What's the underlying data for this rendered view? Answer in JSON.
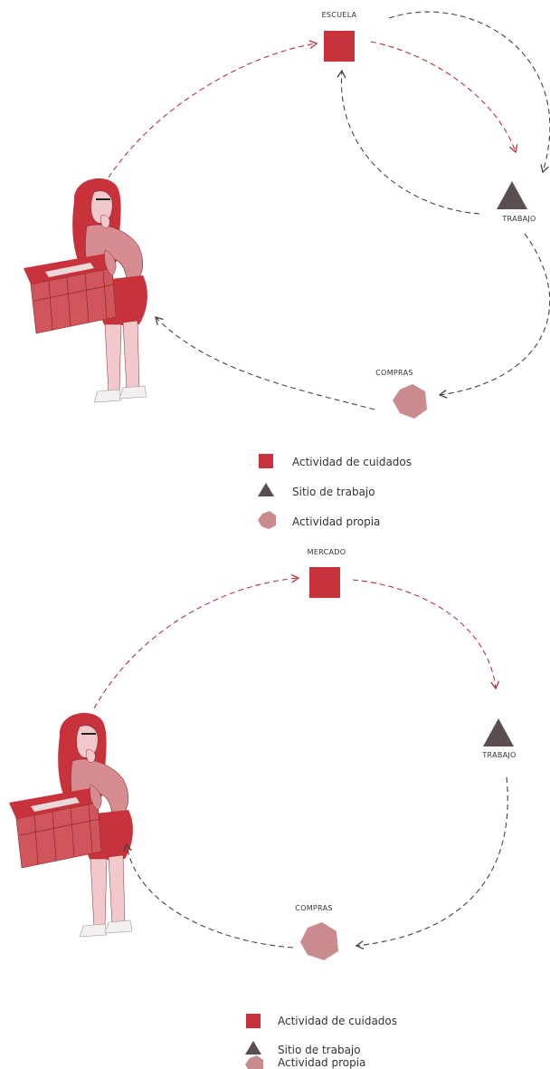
{
  "colors": {
    "care": "#c8323a",
    "work": "#5a4e4f",
    "own": "#c98b8e",
    "route_red": "#b5343c",
    "route_dark": "#444444"
  },
  "icons": [
    "square-care-icon",
    "triangle-work-icon",
    "hexagon-own-icon",
    "woman-with-crate-illustration"
  ],
  "diagram_top": {
    "nodes": {
      "care": "ESCUELA",
      "work": "TRABAJO",
      "own": "COMPRAS"
    },
    "legend": [
      {
        "icon": "square",
        "label": "Actividad de cuidados"
      },
      {
        "icon": "triangle",
        "label": "Sitio de trabajo"
      },
      {
        "icon": "hexagon",
        "label": "Actividad propia"
      }
    ]
  },
  "diagram_bottom": {
    "nodes": {
      "care": "MERCADO",
      "work": "TRABAJO",
      "own": "COMPRAS"
    },
    "legend": [
      {
        "icon": "square",
        "label": "Actividad de cuidados"
      },
      {
        "icon": "triangle",
        "label": "Sitio de trabajo"
      },
      {
        "icon": "hexagon",
        "label": "Actividad propia"
      }
    ]
  }
}
